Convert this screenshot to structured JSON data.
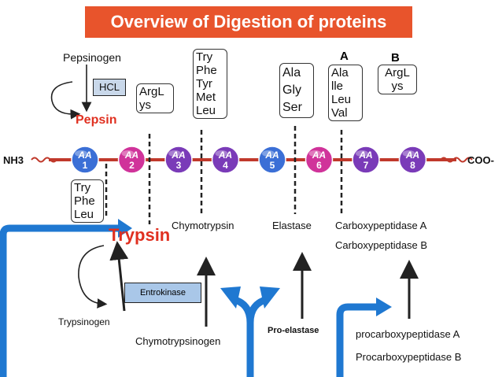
{
  "title": "Overview of Digestion of proteins",
  "chain": {
    "left_label": "NH3",
    "right_label": "COO-",
    "nodes": [
      {
        "top": "AA",
        "num": "1",
        "color": "#3b6fd6"
      },
      {
        "top": "AA",
        "num": "2",
        "color": "#d0339a"
      },
      {
        "top": "AA",
        "num": "3",
        "color": "#7a3bb8"
      },
      {
        "top": "AA",
        "num": "4",
        "color": "#7a3bb8"
      },
      {
        "top": "AA",
        "num": "5",
        "color": "#3b6fd6"
      },
      {
        "top": "AA",
        "num": "6",
        "color": "#d0339a"
      },
      {
        "top": "AA",
        "num": "7",
        "color": "#7a3bb8"
      },
      {
        "top": "AA",
        "num": "8",
        "color": "#7a3bb8"
      }
    ]
  },
  "labels": {
    "pepsinogen": "Pepsinogen",
    "hcl": "HCL",
    "pepsin": "Pepsin",
    "pepsin_aa": [
      "ArgL",
      "ys"
    ],
    "chymo_aa": [
      "Try",
      "Phe",
      "Tyr",
      "Met",
      "Leu"
    ],
    "elastase_aa": [
      "Ala",
      "Gly",
      "Ser"
    ],
    "cpa_head": "A",
    "cpa_aa": [
      "Ala",
      "lle",
      "Leu",
      "Val"
    ],
    "cpb_head": "B",
    "cpb_aa": [
      "ArgL",
      "ys"
    ],
    "trypsin_aa": [
      "Try",
      "Phe",
      "Leu"
    ],
    "trypsin": "Trypsin",
    "chymotrypsin": "Chymotrypsin",
    "elastase": "Elastase",
    "carboxypeptidase_a": "Carboxypeptidase A",
    "carboxypeptidase_b": "Carboxypeptidase B",
    "entrokinase": "Entrokinase",
    "trypsinogen": "Trypsinogen",
    "chymotrypsinogen": "Chymotrypsinogen",
    "pro_elastase": "Pro-elastase",
    "procarboxypeptidase_a": "procarboxypeptidase A",
    "procarboxypeptidase_b": "Procarboxypeptidase B"
  },
  "colors": {
    "title_bg": "#e8542c",
    "pathway_blue": "#1f78d1",
    "chain_red": "#c0392b",
    "pepsin_red": "#e03020",
    "entrokinase_bg": "#a9c7e8"
  }
}
